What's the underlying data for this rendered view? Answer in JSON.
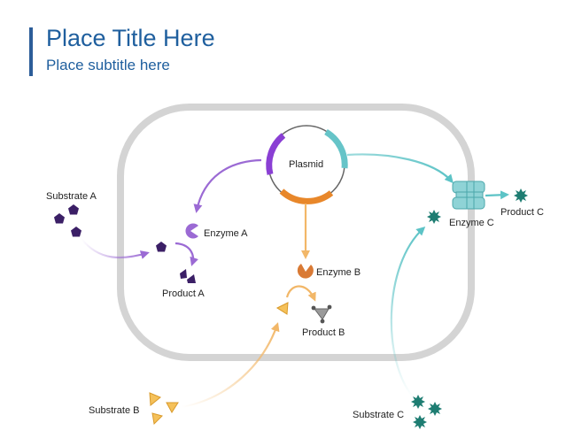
{
  "header": {
    "title": "Place Title Here",
    "subtitle": "Place subtitle here"
  },
  "labels": {
    "plasmid": "Plasmid",
    "substrate_a": "Substrate A",
    "enzyme_a": "Enzyme A",
    "product_a": "Product A",
    "enzyme_b": "Enzyme B",
    "product_b": "Product B",
    "substrate_b": "Substrate B",
    "enzyme_c": "Enzyme C",
    "product_c": "Product C",
    "substrate_c": "Substrate C"
  },
  "colors": {
    "title": "#1f5f9e",
    "accent_bar": "#2c5d99",
    "cell_wall": "#d4d4d4",
    "pathway_a": "#9b6ad4",
    "substrate_a": "#3b1f66",
    "pathway_b": "#f2b768",
    "enzyme_b": "#d97a35",
    "plasmid_orange": "#e8872a",
    "pathway_c": "#5cc3c6",
    "product_c": "#1e7d72"
  },
  "icons": [
    "pentagon-icon",
    "pacman-enzyme-icon",
    "triangle-icon",
    "star-icon",
    "membrane-transporter-icon",
    "plasmid-ring-icon"
  ]
}
